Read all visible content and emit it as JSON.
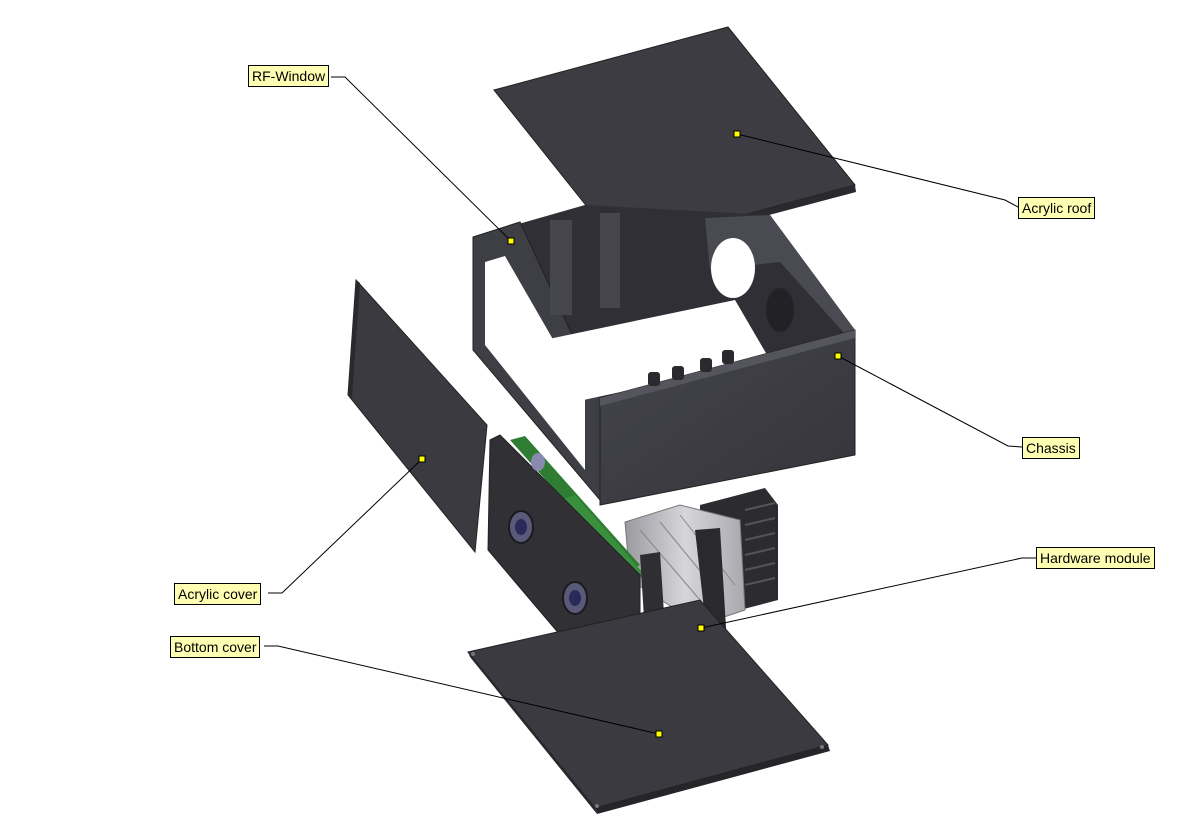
{
  "diagram": {
    "type": "exploded-assembly",
    "colors": {
      "background": "#ffffff",
      "label_fill": "#ffffb4",
      "marker": "#ffff00",
      "body_dark": "#3a3a40",
      "pcb_green": "#2e7d32",
      "heatsink_silver": "#b8b8bc"
    },
    "labels": {
      "rf_window": "RF-Window",
      "acrylic_roof": "Acrylic roof",
      "chassis": "Chassis",
      "hardware_module": "Hardware module",
      "acrylic_cover": "Acrylic cover",
      "bottom_cover": "Bottom cover"
    }
  }
}
